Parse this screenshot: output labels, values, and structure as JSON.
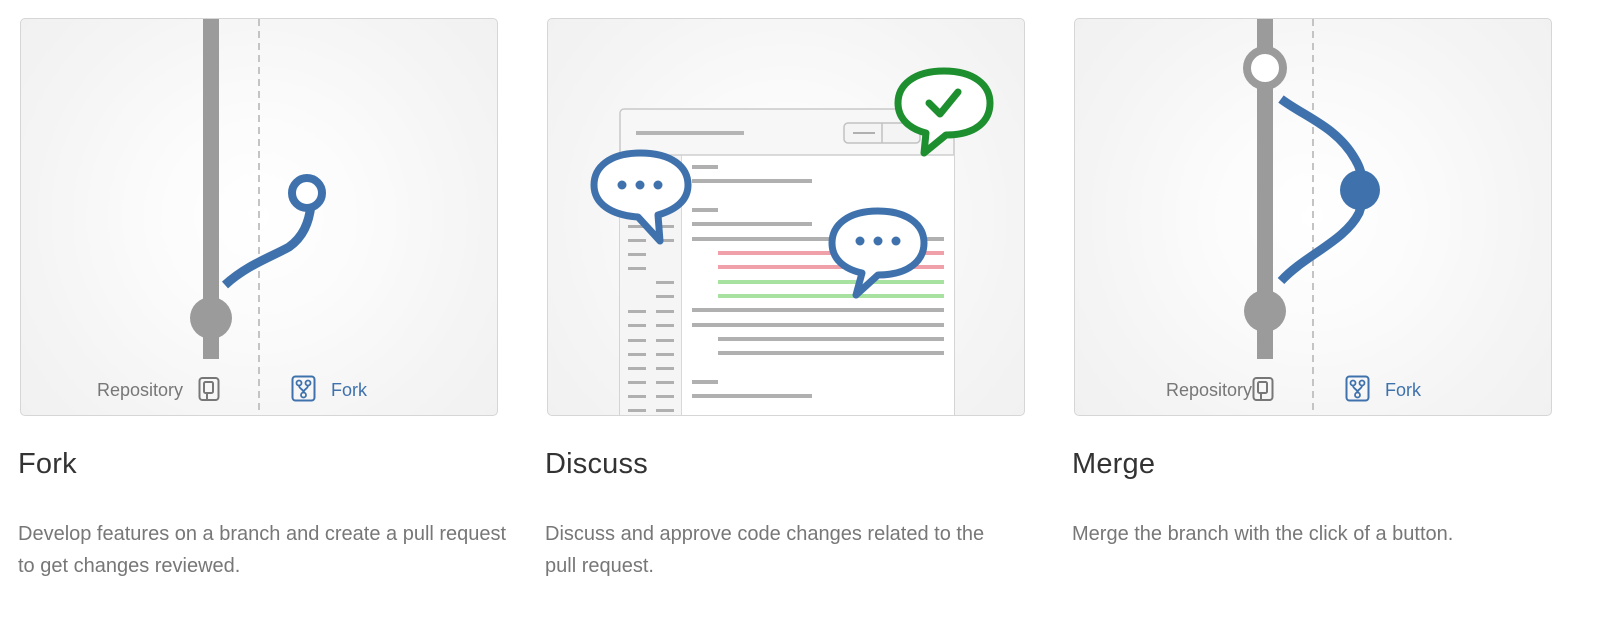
{
  "colors": {
    "brand_blue": "#3f72ad",
    "repo_gray": "#9b9b9b",
    "approve_green": "#1d8f2e",
    "text_dark": "#333333",
    "text_muted": "#777777"
  },
  "features": [
    {
      "title": "Fork",
      "description": "Develop features on a branch and create a pull request to get changes reviewed.",
      "repo_label": "Repository",
      "fork_label": "Fork"
    },
    {
      "title": "Discuss",
      "description": "Discuss and approve code changes related to the pull request."
    },
    {
      "title": "Merge",
      "description": "Merge the branch with the click of a button.",
      "repo_label": "Repository",
      "fork_label": "Fork"
    }
  ],
  "icons": {
    "repository": "repository-icon",
    "fork": "fork-icon",
    "comment": "comment-bubble-icon",
    "approve": "checkmark-bubble-icon"
  }
}
